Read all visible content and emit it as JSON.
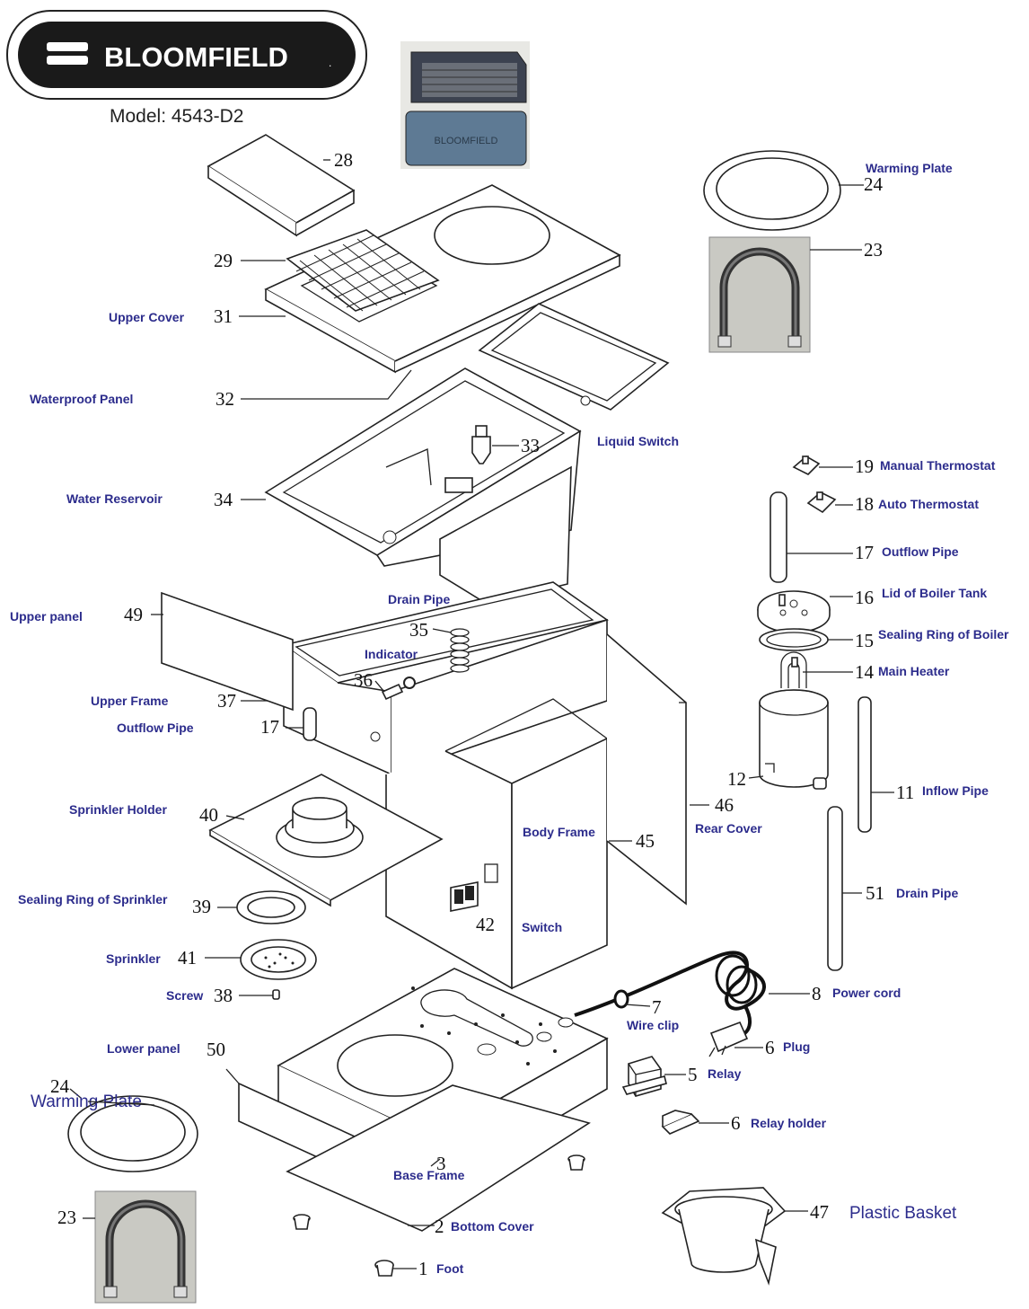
{
  "brand": {
    "name": "BLOOMFIELD",
    "registered": "."
  },
  "model_text": "Model: 4543-D2",
  "filter_photo_text": "BLOOMFIELD",
  "parts": {
    "p1": {
      "num": "1",
      "label": "Foot"
    },
    "p2": {
      "num": "2",
      "label": "Bottom Cover"
    },
    "p3": {
      "num": "3",
      "label": "Base Frame"
    },
    "p5": {
      "num": "5",
      "label": "Relay"
    },
    "p6a": {
      "num": "6",
      "label": "Plug"
    },
    "p6b": {
      "num": "6",
      "label": "Relay holder"
    },
    "p7": {
      "num": "7",
      "label": "Wire clip"
    },
    "p8": {
      "num": "8",
      "label": "Power cord"
    },
    "p11": {
      "num": "11",
      "label": "Inflow Pipe"
    },
    "p12": {
      "num": "12"
    },
    "p14": {
      "num": "14",
      "label": "Main Heater"
    },
    "p15": {
      "num": "15",
      "label": "Sealing Ring of Boiler"
    },
    "p16": {
      "num": "16",
      "label": "Lid of Boiler Tank"
    },
    "p17a": {
      "num": "17",
      "label": "Outflow Pipe"
    },
    "p17b": {
      "num": "17",
      "label": "Outflow Pipe"
    },
    "p18": {
      "num": "18",
      "label": "Auto Thermostat"
    },
    "p19": {
      "num": "19",
      "label": "Manual Thermostat"
    },
    "p23a": {
      "num": "23"
    },
    "p23b": {
      "num": "23"
    },
    "p24a": {
      "num": "24",
      "label": "Warming Plate"
    },
    "p24b": {
      "num": "24",
      "label": "Warming Plate"
    },
    "p28": {
      "num": "28"
    },
    "p29": {
      "num": "29"
    },
    "p31": {
      "num": "31",
      "label": "Upper Cover"
    },
    "p32": {
      "num": "32",
      "label": "Waterproof Panel"
    },
    "p33": {
      "num": "33",
      "label": "Liquid Switch"
    },
    "p34": {
      "num": "34",
      "label": "Water Reservoir"
    },
    "p35": {
      "num": "35",
      "label": "Drain Pipe"
    },
    "p36": {
      "num": "36",
      "label": "Indicator"
    },
    "p37": {
      "num": "37",
      "label": "Upper Frame"
    },
    "p38": {
      "num": "38",
      "label": "Screw"
    },
    "p39": {
      "num": "39",
      "label": "Sealing Ring of Sprinkler"
    },
    "p40": {
      "num": "40",
      "label": "Sprinkler Holder"
    },
    "p41": {
      "num": "41",
      "label": "Sprinkler"
    },
    "p42": {
      "num": "42",
      "label": "Switch"
    },
    "p45": {
      "num": "45",
      "label": "Body Frame"
    },
    "p46": {
      "num": "46",
      "label": "Rear Cover"
    },
    "p47": {
      "num": "47",
      "label": "Plastic Basket"
    },
    "p49": {
      "num": "49",
      "label": "Upper panel"
    },
    "p50": {
      "num": "50",
      "label": "Lower panel"
    },
    "p51": {
      "num": "51",
      "label": "Drain Pipe"
    }
  },
  "colors": {
    "label": "#2c2c8c",
    "line": "#222222",
    "logo_bg": "#1a1a1a"
  }
}
